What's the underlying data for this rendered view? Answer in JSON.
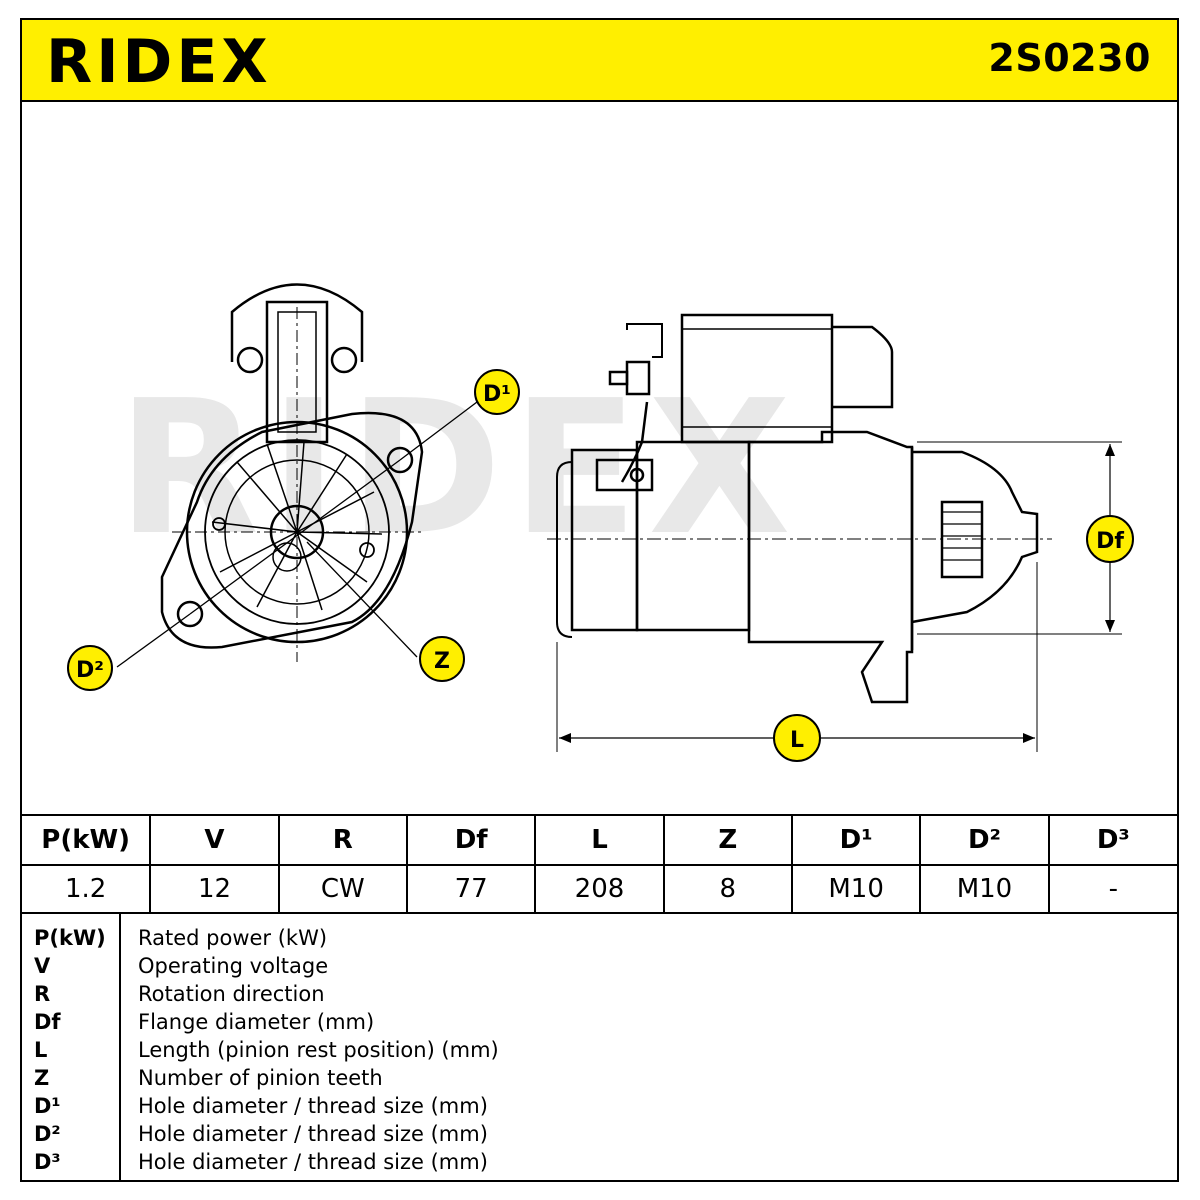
{
  "header": {
    "brand": "RIDEX",
    "part_number": "2S0230",
    "background_color": "#ffef00"
  },
  "drawing": {
    "watermark": "RIDEX",
    "callouts": {
      "d1": "D¹",
      "d2": "D²",
      "z": "Z",
      "df": "Df",
      "l": "L"
    }
  },
  "specs": {
    "columns": [
      "P(kW)",
      "V",
      "R",
      "Df",
      "L",
      "Z",
      "D¹",
      "D²",
      "D³"
    ],
    "values": [
      "1.2",
      "12",
      "CW",
      "77",
      "208",
      "8",
      "M10",
      "M10",
      "-"
    ]
  },
  "legend": [
    {
      "abbr": "P(kW)",
      "desc": "Rated power (kW)"
    },
    {
      "abbr": "V",
      "desc": "Operating voltage"
    },
    {
      "abbr": "R",
      "desc": "Rotation direction"
    },
    {
      "abbr": "Df",
      "desc": "Flange diameter (mm)"
    },
    {
      "abbr": "L",
      "desc": "Length (pinion rest position) (mm)"
    },
    {
      "abbr": "Z",
      "desc": "Number of pinion teeth"
    },
    {
      "abbr": "D¹",
      "desc": "Hole diameter / thread size (mm)"
    },
    {
      "abbr": "D²",
      "desc": "Hole diameter / thread size (mm)"
    },
    {
      "abbr": "D³",
      "desc": "Hole diameter / thread size (mm)"
    }
  ]
}
